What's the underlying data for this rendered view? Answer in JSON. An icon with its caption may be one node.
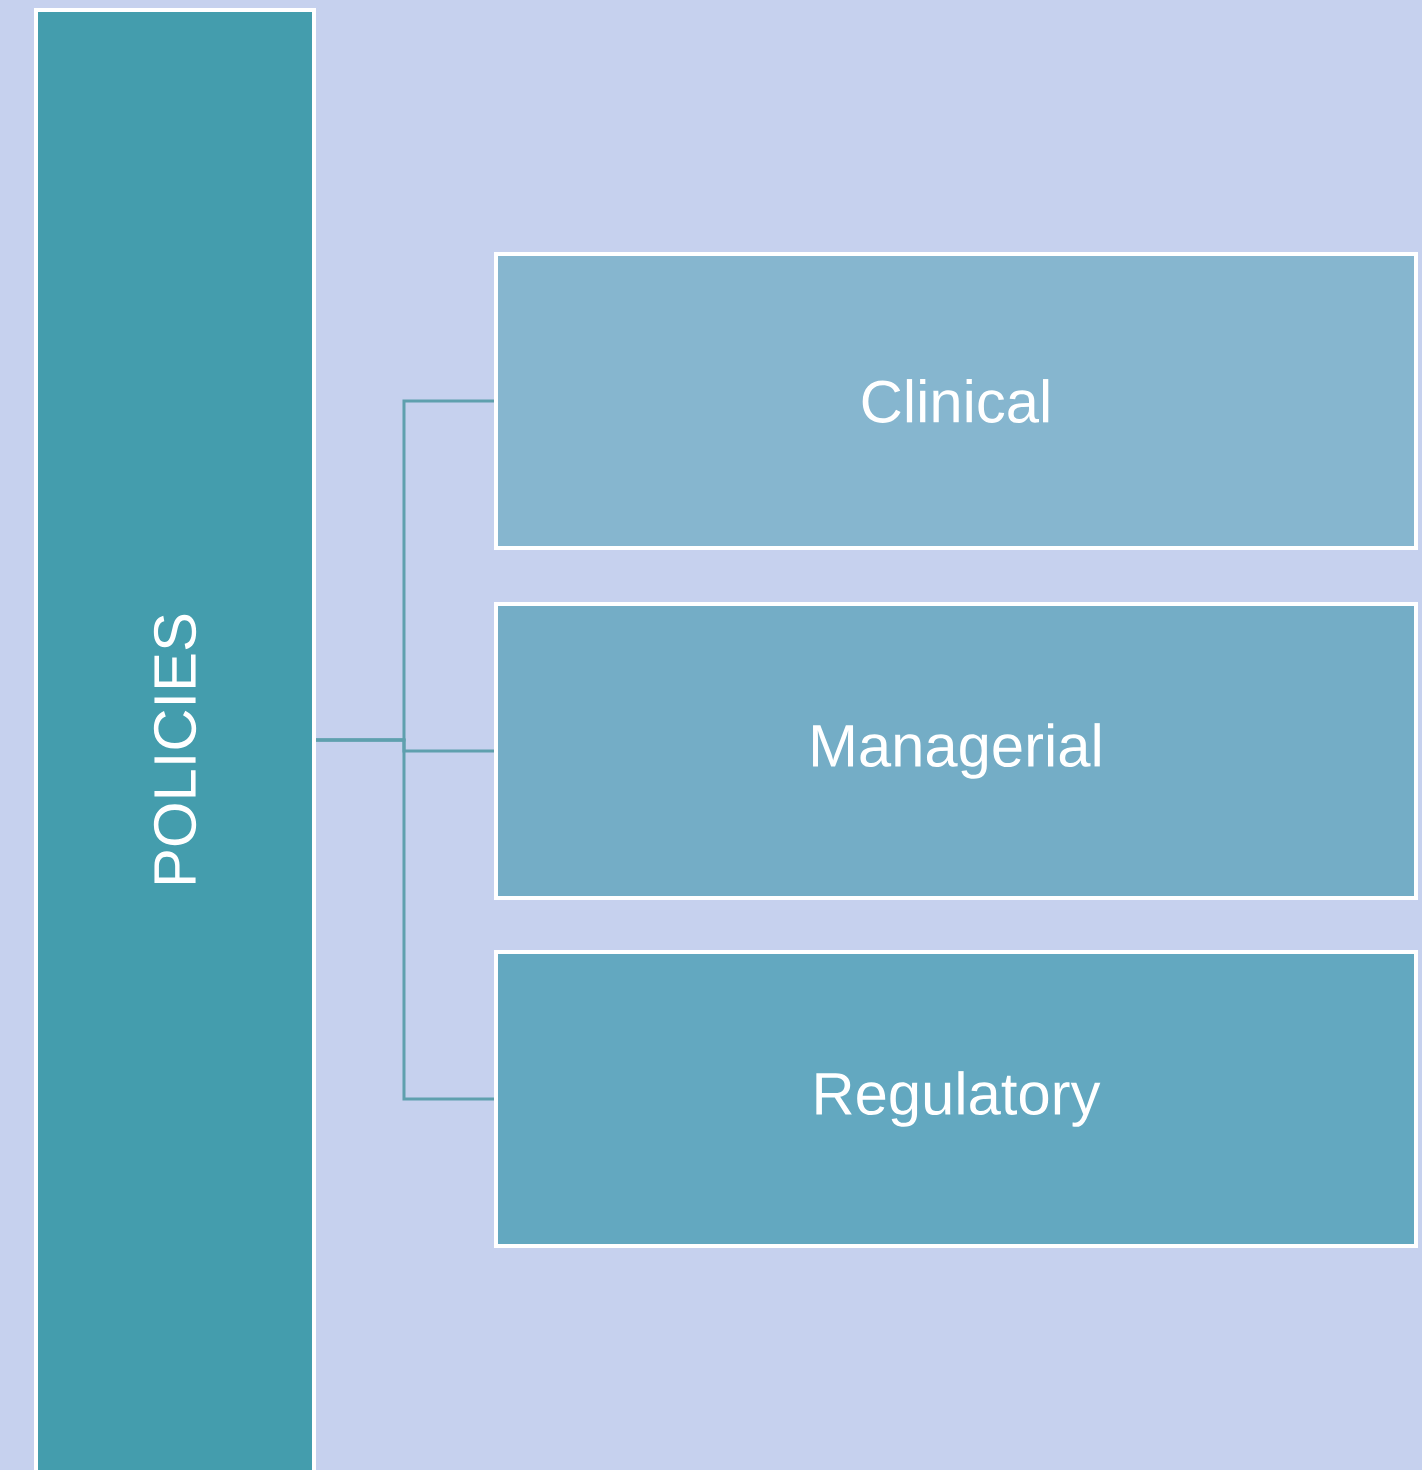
{
  "diagram": {
    "nodes": [
      {
        "text": [
          "POLICIES"
        ]
      },
      {
        "text": [
          "Clinical"
        ]
      },
      {
        "text": [
          "Managerial"
        ]
      },
      {
        "text": [
          "Regulatory"
        ]
      }
    ],
    "edges": [
      {
        "from": 0,
        "to": 1,
        "arrow": "none"
      },
      {
        "from": 0,
        "to": 2,
        "arrow": "none"
      },
      {
        "from": 0,
        "to": 3,
        "arrow": "none"
      }
    ]
  }
}
